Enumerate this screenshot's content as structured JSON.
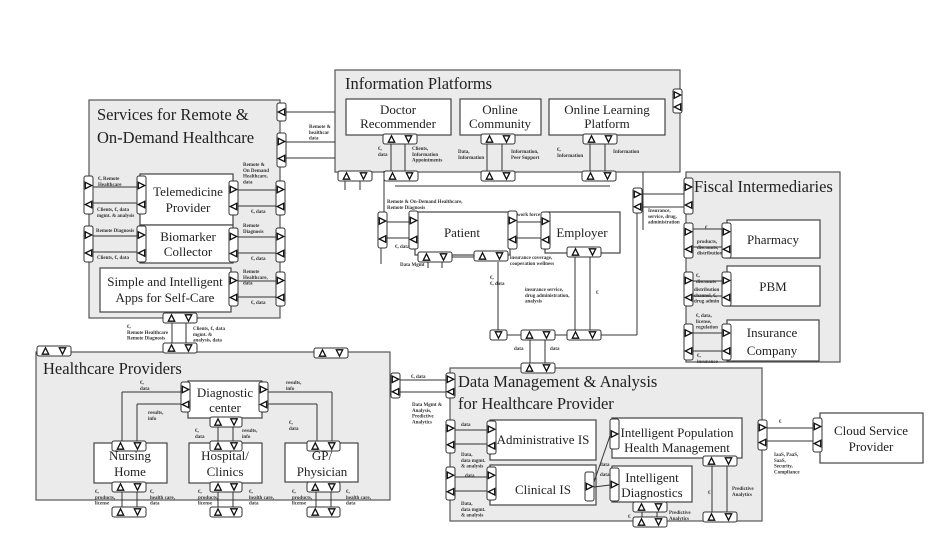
{
  "containers": {
    "services": [
      "Services for Remote &",
      "On-Demand Healthcare"
    ],
    "info": "Information Platforms",
    "fiscal": "Fiscal Intermediaries",
    "providers": "Healthcare Providers",
    "data_mgmt": [
      "Data Management & Analysis",
      "for Healthcare Provider"
    ]
  },
  "boxes": {
    "telemedicine": [
      "Telemedicine",
      "Provider"
    ],
    "biomarker": [
      "Biomarker",
      "Collector"
    ],
    "apps": [
      "Simple and Intelligent",
      "Apps for Self-Care"
    ],
    "doctor": [
      "Doctor",
      "Recommender"
    ],
    "community": [
      "Online",
      "Community"
    ],
    "learning": [
      "Online Learning",
      "Platform"
    ],
    "patient": "Patient",
    "employer": "Employer",
    "pharmacy": "Pharmacy",
    "pbm": "PBM",
    "insurance": [
      "Insurance",
      "Company"
    ],
    "diagnostic": [
      "Diagnostic",
      "center"
    ],
    "nursing": [
      "Nursing",
      "Home"
    ],
    "hospital": [
      "Hospital/",
      "Clinics"
    ],
    "gp": [
      "GP/",
      "Physician"
    ],
    "admin_is": "Administrative IS",
    "clinical_is": "Clinical IS",
    "iphm": [
      "Intelligent Population",
      "Health Management"
    ],
    "idiag": [
      "Intelligent",
      "Diagnostics"
    ],
    "cloud": [
      "Cloud Service",
      "Provider"
    ]
  },
  "labels": {
    "s1": [
      "€, Remote",
      "Healthcare"
    ],
    "s2": [
      "Clients, €, data",
      "mgmt. & analysis"
    ],
    "s3": [
      "Remote &",
      "On Demand",
      "Healthcare,",
      "data"
    ],
    "s4": [
      "€, data"
    ],
    "s5": [
      "Remote Diagnosis"
    ],
    "s6": [
      "Clients, €, data"
    ],
    "s7": [
      "Remote",
      "Diagnosis"
    ],
    "s8": [
      "€, data"
    ],
    "s9": [
      "Remote",
      "Healthcare,",
      "data"
    ],
    "s10": [
      "€, data"
    ],
    "s11": [
      "€,",
      "Remote Healthcare",
      "Remote Diagnosis"
    ],
    "s12": [
      "Clients, €, data",
      "mgmt. &",
      "analysis, data"
    ],
    "s13": [
      "Remote &",
      "healthcar",
      "data"
    ],
    "i1": [
      "€,",
      "data"
    ],
    "i2": [
      "Clients,",
      "Information",
      "Appointments"
    ],
    "i3": [
      "Data,",
      "Information"
    ],
    "i4": [
      "Information,",
      "Peer Support"
    ],
    "i5": [
      "€,",
      "Information"
    ],
    "i6": [
      "Information"
    ],
    "i7": [
      "Remote & On-Demand Healthcare,",
      "Remote Diagnosis"
    ],
    "i8": [
      "€, data"
    ],
    "i9": [
      "work force"
    ],
    "i10": [
      "insurance coverage,",
      "cooperation wellness"
    ],
    "i11": [
      "Data Mgmt"
    ],
    "i12": [
      "€,",
      "€, data"
    ],
    "i13": [
      "insurance service,",
      "drug administration,",
      "analysis"
    ],
    "i14": [
      "€"
    ],
    "i15": [
      "data"
    ],
    "i16": [
      "data"
    ],
    "i17": [
      "Insurance,",
      "service, drug,",
      "administration"
    ],
    "f1": [
      "€"
    ],
    "f2": [
      "products,",
      "discounts,",
      "distribution"
    ],
    "f3": [
      "€,",
      "discounts"
    ],
    "f4": [
      "distribution",
      "channel, €,",
      "drug admin"
    ],
    "f5": [
      "€, data,",
      "license,",
      "regulation"
    ],
    "f6": [
      "€,",
      "insurance"
    ],
    "h1": [
      "€,",
      "data"
    ],
    "h2": [
      "results,",
      "info"
    ],
    "h3": [
      "results,",
      "info"
    ],
    "h4": [
      "€,",
      "data"
    ],
    "h5": [
      "€,",
      "data"
    ],
    "h6": [
      "results,",
      "info"
    ],
    "h7": [
      "€,",
      "products,",
      "license"
    ],
    "h8": [
      "€,",
      "health care,",
      "data"
    ],
    "h9": [
      "€,",
      "products,",
      "license"
    ],
    "h10": [
      "€,",
      "health care,",
      "data"
    ],
    "h11": [
      "€,",
      "products,",
      "license"
    ],
    "h12": [
      "€,",
      "health care,",
      "data"
    ],
    "d1": [
      "€, data"
    ],
    "d2": [
      "Data Mgmt &",
      "Analysis,",
      "Predictive",
      "Analytics"
    ],
    "d3": [
      "data"
    ],
    "d4": [
      "Data,",
      "data mgmt.",
      "& analysis"
    ],
    "d5": [
      "data"
    ],
    "d6": [
      "Data,",
      "data mgmt.",
      "& analysis"
    ],
    "d7": [
      "data"
    ],
    "d8": [
      "data"
    ],
    "d9": [
      "€"
    ],
    "d10": [
      "Predictive",
      "Analytics"
    ],
    "d11": [
      "€"
    ],
    "d12": [
      "Predictive",
      "Analytics"
    ],
    "c1": [
      "€"
    ],
    "c2": [
      "IaaS, PaaS,",
      "SaaS,",
      "Security,",
      "Compliance"
    ]
  },
  "icons": {
    "port_out": "triangle-right-icon",
    "port_in": "triangle-left-icon",
    "port_up": "triangle-up-icon",
    "port_down": "triangle-down-icon"
  }
}
